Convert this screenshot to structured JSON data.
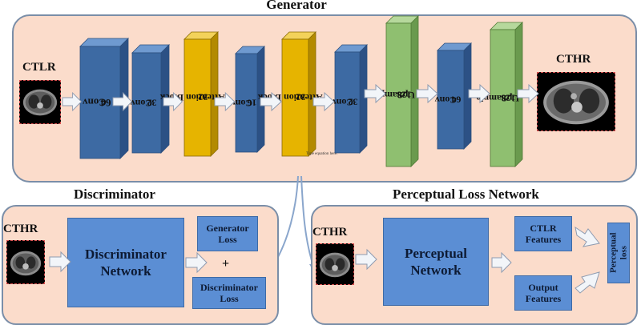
{
  "generator": {
    "title": "Generator",
    "input_label": "CTLR",
    "output_label": "CTHR",
    "note": "Type equation here.",
    "blocks": [
      {
        "name": "Conv",
        "value": "64"
      },
      {
        "name": "Conv",
        "value": "32"
      },
      {
        "name": "Attention Block",
        "value": "32"
      },
      {
        "name": "Conv",
        "value": "16"
      },
      {
        "name": "Attention Block",
        "value": "32"
      },
      {
        "name": "Conv",
        "value": "32"
      },
      {
        "name": "UpSample",
        "value": "128"
      },
      {
        "name": "Conv",
        "value": "64"
      },
      {
        "name": "UpSample",
        "value": "128"
      }
    ]
  },
  "discriminator": {
    "title": "Discriminator",
    "input_label": "CTHR",
    "network_label": "Discriminator Network",
    "generator_loss": "Generator Loss",
    "plus": "+",
    "discriminator_loss": "Discriminator Loss"
  },
  "perceptual": {
    "title": "Perceptual Loss Network",
    "input_label": "CTHR",
    "network_label": "Perceptual Network",
    "ctlr_features": "CTLR Features",
    "output_features": "Output Features",
    "loss_label": "Perceptual loss"
  },
  "colors": {
    "panel_fill": "#fbdccb",
    "panel_border": "#7a8ea8",
    "conv_front": "#3d6aa3",
    "attention_front": "#e6b400",
    "upsample_front": "#8fbf70",
    "box_fill": "#5b8ed4"
  }
}
